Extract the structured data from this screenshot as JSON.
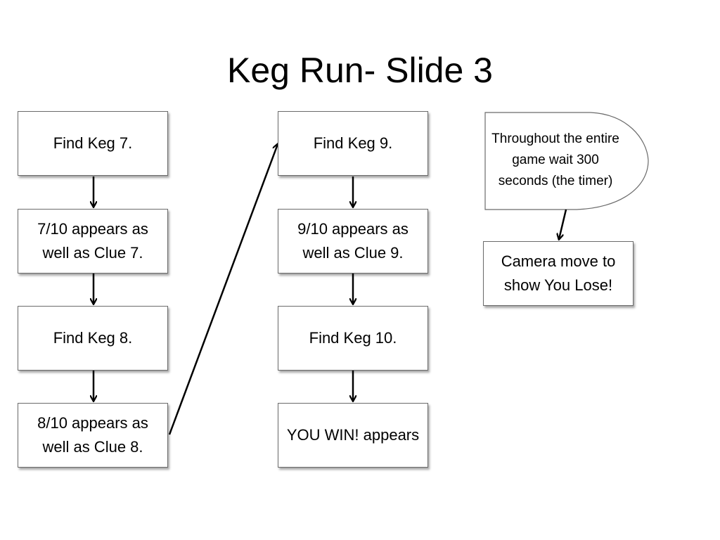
{
  "title": "Keg Run- Slide 3",
  "nodes": {
    "find_keg_7": "Find Keg 7.",
    "appears_7": "7/10 appears as well as Clue 7.",
    "find_keg_8": "Find Keg 8.",
    "appears_8": "8/10 appears as well as Clue 8.",
    "find_keg_9": "Find Keg 9.",
    "appears_9": "9/10 appears as well as Clue 9.",
    "find_keg_10": "Find Keg 10.",
    "you_win": "YOU WIN! appears",
    "timer": "Throughout the entire game wait 300 seconds (the timer)",
    "camera_lose": "Camera move to show You Lose!"
  },
  "colors": {
    "box_border": "#6b6b6b",
    "arrow": "#000000",
    "background": "#ffffff"
  }
}
